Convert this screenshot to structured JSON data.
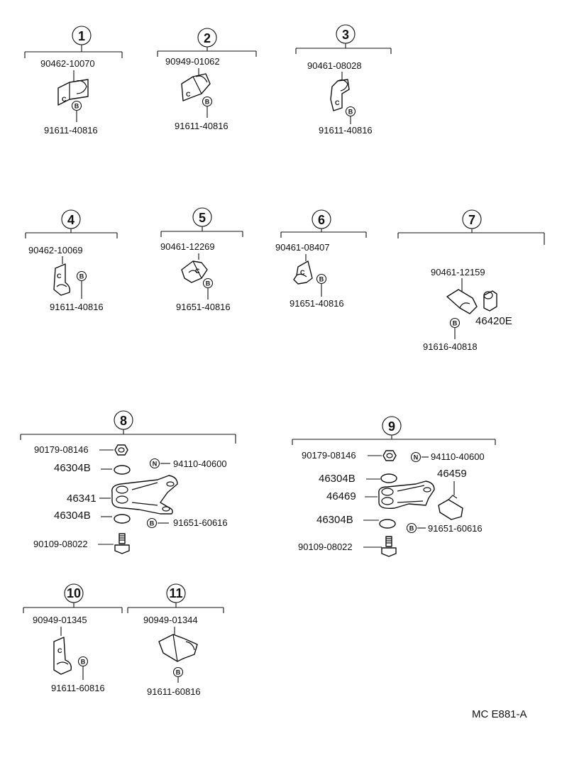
{
  "groups": [
    {
      "number": "1",
      "parts": [
        "90462-10070",
        "91611-40816"
      ]
    },
    {
      "number": "2",
      "parts": [
        "90949-01062",
        "91611-40816"
      ]
    },
    {
      "number": "3",
      "parts": [
        "90461-08028",
        "91611-40816"
      ]
    },
    {
      "number": "4",
      "parts": [
        "90462-10069",
        "91611-40816"
      ]
    },
    {
      "number": "5",
      "parts": [
        "90461-12269",
        "91651-40816"
      ]
    },
    {
      "number": "6",
      "parts": [
        "90461-08407",
        "91651-40816"
      ]
    },
    {
      "number": "7",
      "parts": [
        "90461-12159",
        "46420E",
        "91616-40818"
      ]
    },
    {
      "number": "8",
      "parts": [
        "90179-08146",
        "46304B",
        "46341",
        "46304B",
        "90109-08022",
        "94110-40600",
        "91651-60616"
      ]
    },
    {
      "number": "9",
      "parts": [
        "90179-08146",
        "46304B",
        "46469",
        "46304B",
        "90109-08022",
        "94110-40600",
        "46459",
        "91651-60616"
      ]
    },
    {
      "number": "10",
      "parts": [
        "90949-01345",
        "91611-60816"
      ]
    },
    {
      "number": "11",
      "parts": [
        "90949-01344",
        "91611-60816"
      ]
    }
  ],
  "symbols": {
    "b": "B",
    "n": "N",
    "clip_mark": "C"
  },
  "footer": {
    "code": "MC  E881-A"
  }
}
